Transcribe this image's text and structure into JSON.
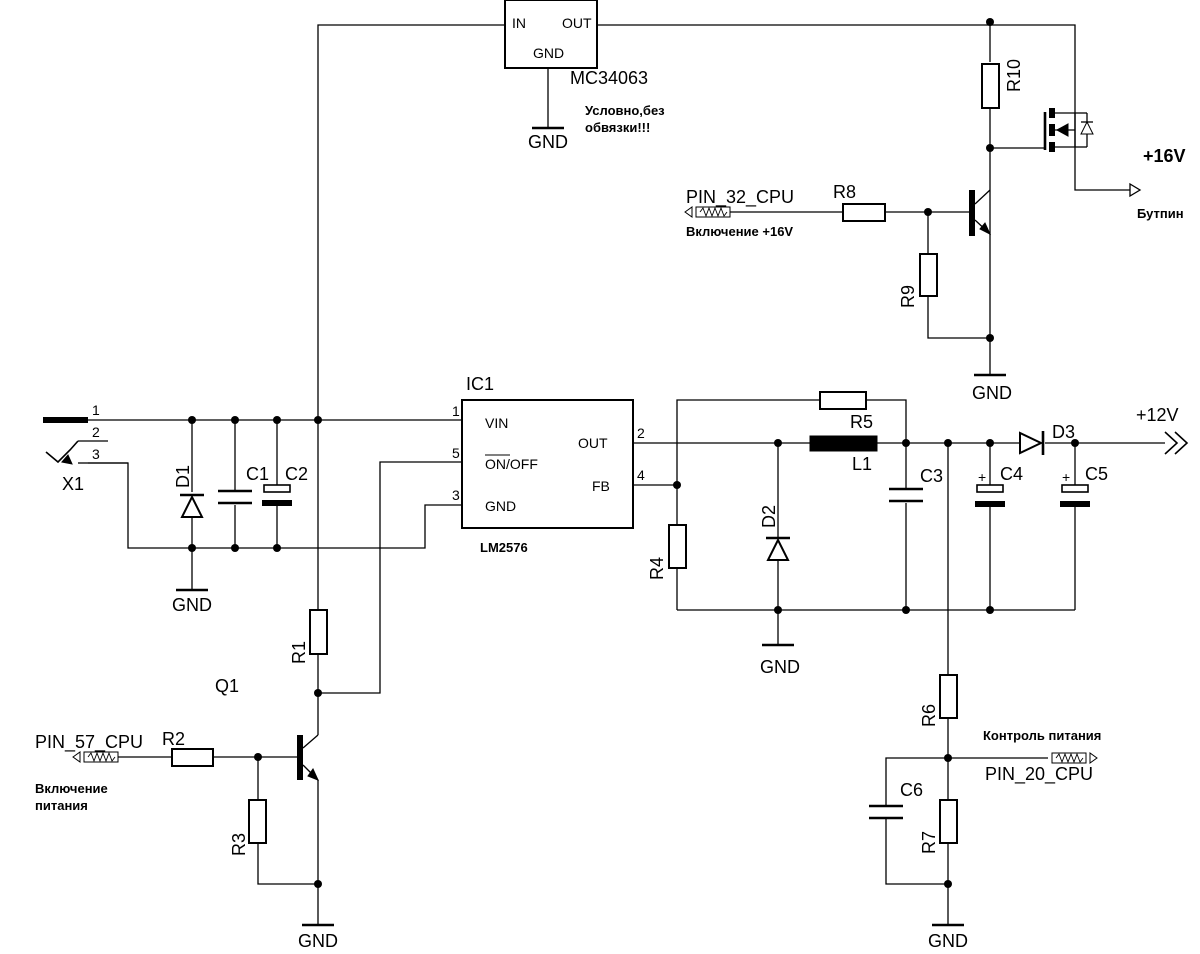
{
  "schematic": {
    "regulator": {
      "name": "MC34063",
      "pin_in": "IN",
      "pin_out": "OUT",
      "pin_gnd": "GND",
      "note_line1": "Условно,без",
      "note_line2": "обвязки!!!"
    },
    "ic1": {
      "ref": "IC1",
      "part": "LM2576",
      "pin_vin": "VIN",
      "pin_on_off": "ON/OFF",
      "pin_gnd": "GND",
      "pin_out": "OUT",
      "pin_fb": "FB",
      "pin1": "1",
      "pin5": "5",
      "pin3": "3",
      "pin2": "2",
      "pin4": "4"
    },
    "connector": {
      "ref": "X1",
      "pin1": "1",
      "pin2": "2",
      "pin3": "3"
    },
    "components": {
      "D1": "D1",
      "C1": "C1",
      "C2": "C2",
      "R1": "R1",
      "R2": "R2",
      "R3": "R3",
      "Q1": "Q1",
      "R4": "R4",
      "R5": "R5",
      "D2": "D2",
      "L1": "L1",
      "C3": "C3",
      "C4": "C4",
      "C5": "C5",
      "D3": "D3",
      "R6": "R6",
      "R7": "R7",
      "C6": "C6",
      "R8": "R8",
      "R9": "R9",
      "R10": "R10"
    },
    "polarity": "+",
    "ground": "GND",
    "nets": {
      "plus12": "+12V",
      "plus16": "+16V",
      "pin57": "PIN_57_CPU",
      "pin32": "PIN_32_CPU",
      "pin20": "PIN_20_CPU",
      "power_on_line1": "Включение",
      "power_on_line2": "питания",
      "enable16": "Включение +16V",
      "power_control": "Контроль питания",
      "butpin": "Бутпин"
    }
  }
}
